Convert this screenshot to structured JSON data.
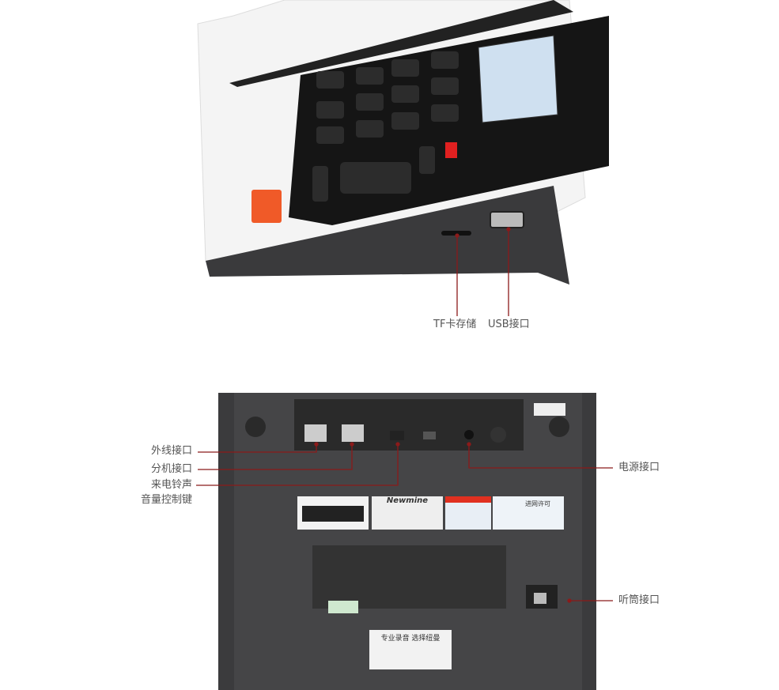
{
  "colors": {
    "callout": "#8b1a1a",
    "body_dark": "#3a3a3c",
    "body_white": "#f4f4f4",
    "accent": "#f05a28"
  },
  "top_callouts": {
    "tf": "TF卡存储",
    "usb": "USB接口"
  },
  "bottom_callouts": {
    "line_port": "外线接口",
    "ext_port": "分机接口",
    "ringer_1": "来电铃声",
    "ringer_2": "音量控制键",
    "power": "电源接口",
    "handset": "听筒接口"
  },
  "stickers": {
    "brand": "Newmine",
    "bottom_title": "专业录音 选择纽曼",
    "license": "进网许可"
  }
}
